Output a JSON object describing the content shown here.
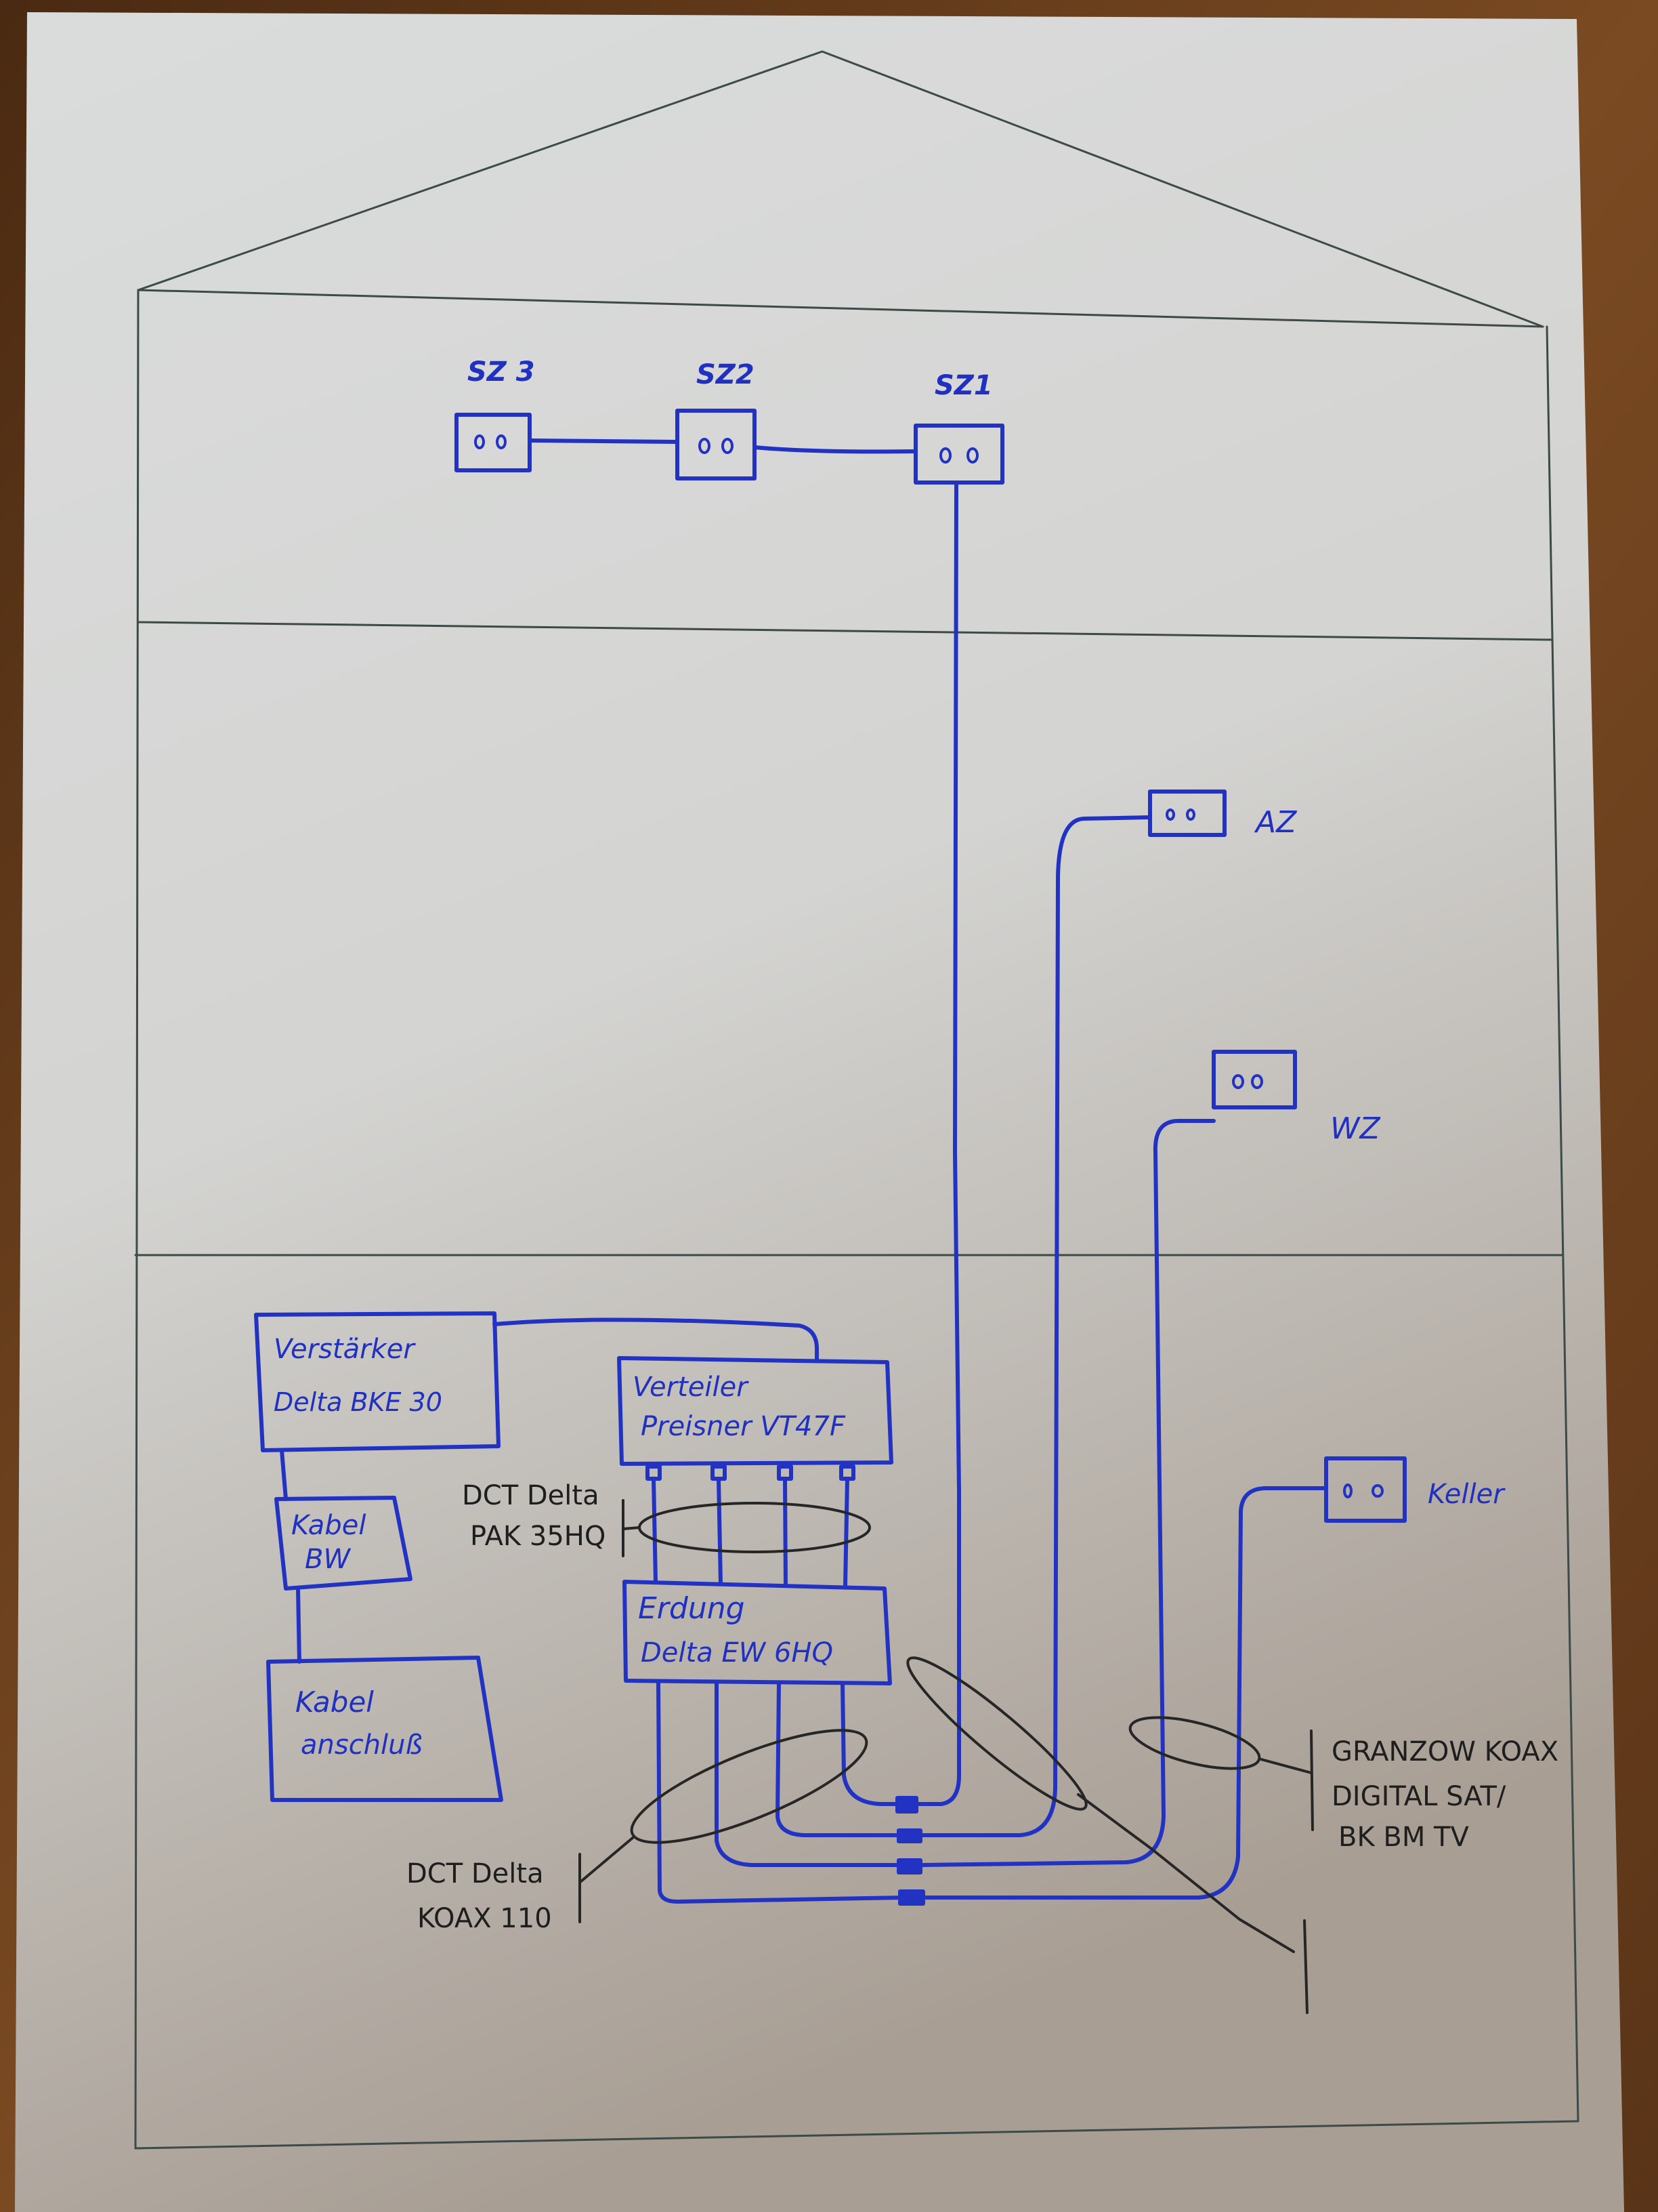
{
  "colors": {
    "background_wood": "#6b3f1c",
    "paper": "#d8d8d6",
    "pencil": "#3c4a48",
    "pen_blue": "#2233c4",
    "pen_black": "#262626"
  },
  "house": {
    "floors": [
      {
        "id": "top",
        "rooms": [
          "SZ 3",
          "SZ2",
          "SZ1"
        ]
      },
      {
        "id": "middle",
        "rooms": [
          "AZ",
          "WZ"
        ]
      },
      {
        "id": "basement",
        "rooms": [
          "Keller"
        ]
      }
    ]
  },
  "sockets": [
    {
      "id": "sz3",
      "label": "SZ 3"
    },
    {
      "id": "sz2",
      "label": "SZ2"
    },
    {
      "id": "sz1",
      "label": "SZ1"
    },
    {
      "id": "az",
      "label": "AZ"
    },
    {
      "id": "wz",
      "label": "WZ"
    },
    {
      "id": "keller",
      "label": "Keller"
    }
  ],
  "devices": {
    "amplifier": {
      "line1": "Verstärker",
      "line2": "Delta BKE 30"
    },
    "splitter": {
      "line1": "Verteiler",
      "line2": "Preisner VT47F"
    },
    "cable_bw": {
      "line1": "Kabel",
      "line2": "BW"
    },
    "cable_connection": {
      "line1": "Kabel",
      "line2": "anschluß"
    },
    "grounding": {
      "line1": "Erdung",
      "line2": "Delta EW 6HQ"
    }
  },
  "annotations": {
    "patch_cables": {
      "line1": "DCT Delta",
      "line2": "PAK 35HQ"
    },
    "coax_110": {
      "line1": "DCT Delta",
      "line2": "KOAX 110"
    },
    "granzow": {
      "line1": "GRANZOW KOAX",
      "line2": "DIGITAL SAT/",
      "line3": "BK BM TV"
    }
  },
  "connectors_count": 4
}
